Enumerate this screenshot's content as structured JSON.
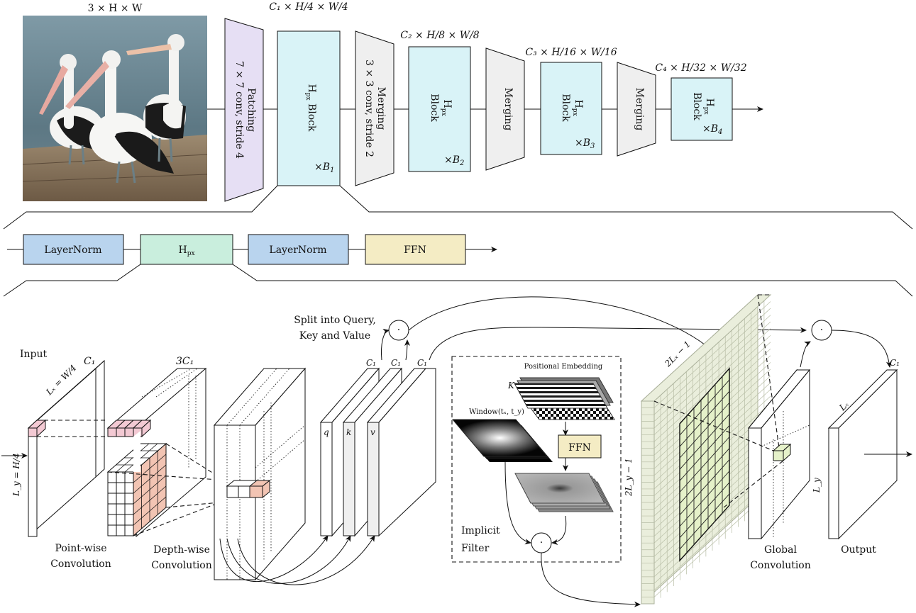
{
  "input_image": {
    "shape_label": "3 × H × W"
  },
  "stage_top": {
    "patching": {
      "line1": "Patching",
      "line2": "7 × 7 conv, stride 4"
    },
    "block1": {
      "label": "H",
      "sub": "px",
      "suffix": " Block",
      "repeat": "×B",
      "repeat_sub": "1",
      "shape": "C₁ × H/4 × W/4"
    },
    "merging1": {
      "line1": "Merging",
      "line2": "3 × 3 conv, stride 2"
    },
    "block2": {
      "line1": "H",
      "sub": "px",
      "line2": "Block",
      "repeat": "×B",
      "repeat_sub": "2",
      "shape": "C₂ × H/8 × W/8"
    },
    "merging2": {
      "line1": "Merging"
    },
    "block3": {
      "line1": "H",
      "sub": "px",
      "line2": "Block",
      "repeat": "×B",
      "repeat_sub": "3",
      "shape": "C₃ × H/16 × W/16"
    },
    "merging3": {
      "line1": "Merging"
    },
    "block4": {
      "line1": "H",
      "sub": "px",
      "line2": "Block",
      "repeat": "×B",
      "repeat_sub": "4",
      "shape": "C₄ × H/32 × W/32"
    }
  },
  "block_detail": {
    "layernorm1": "LayerNorm",
    "hpx": {
      "main": "H",
      "sub": "px"
    },
    "layernorm2": "LayerNorm",
    "ffn": "FFN"
  },
  "hpx_detail": {
    "input_label": "Input",
    "c1_input": "C₁",
    "lx_label": "Lₓ = W/4",
    "ly_label": "L_y = H/4",
    "three_c1": "3C₁",
    "pointwise": [
      "Point-wise",
      "Convolution"
    ],
    "depthwise": [
      "Depth-wise",
      "Convolution"
    ],
    "split_text": [
      "Split into Query,",
      "Key and Value"
    ],
    "q": "q",
    "k": "k",
    "v": "v",
    "c1_q": "C₁",
    "c1_k": "C₁",
    "c1_v": "C₁",
    "positional_embedding": "Positional Embedding",
    "k_label": "K",
    "window_label": "Window(tₓ, t_y)",
    "filter_ffn": "FFN",
    "implicit_filter": [
      "Implicit",
      "Filter"
    ],
    "two_lx": "2Lₓ − 1",
    "two_ly": "2L_y − 1",
    "global_conv": [
      "Global",
      "Convolution"
    ],
    "ly_right": "L_y",
    "lx_out": "Lₓ",
    "c1_out": "C₁",
    "output_label": "Output",
    "mult_symbol": "·"
  },
  "colors": {
    "patching_fill": "#e6dff4",
    "block_fill": "#d9f3f7",
    "merging_fill": "#efefef",
    "layernorm_fill": "#b9d4ee",
    "hpx_fill": "#c9eedd",
    "ffn_fill": "#f4ecc4",
    "pink_fill": "#f3c9d3",
    "salmon_fill": "#f2c4b3",
    "grid_fill": "#eaeedc",
    "green_fill": "#e5f1c9",
    "face_grey": "#eeeeee"
  }
}
